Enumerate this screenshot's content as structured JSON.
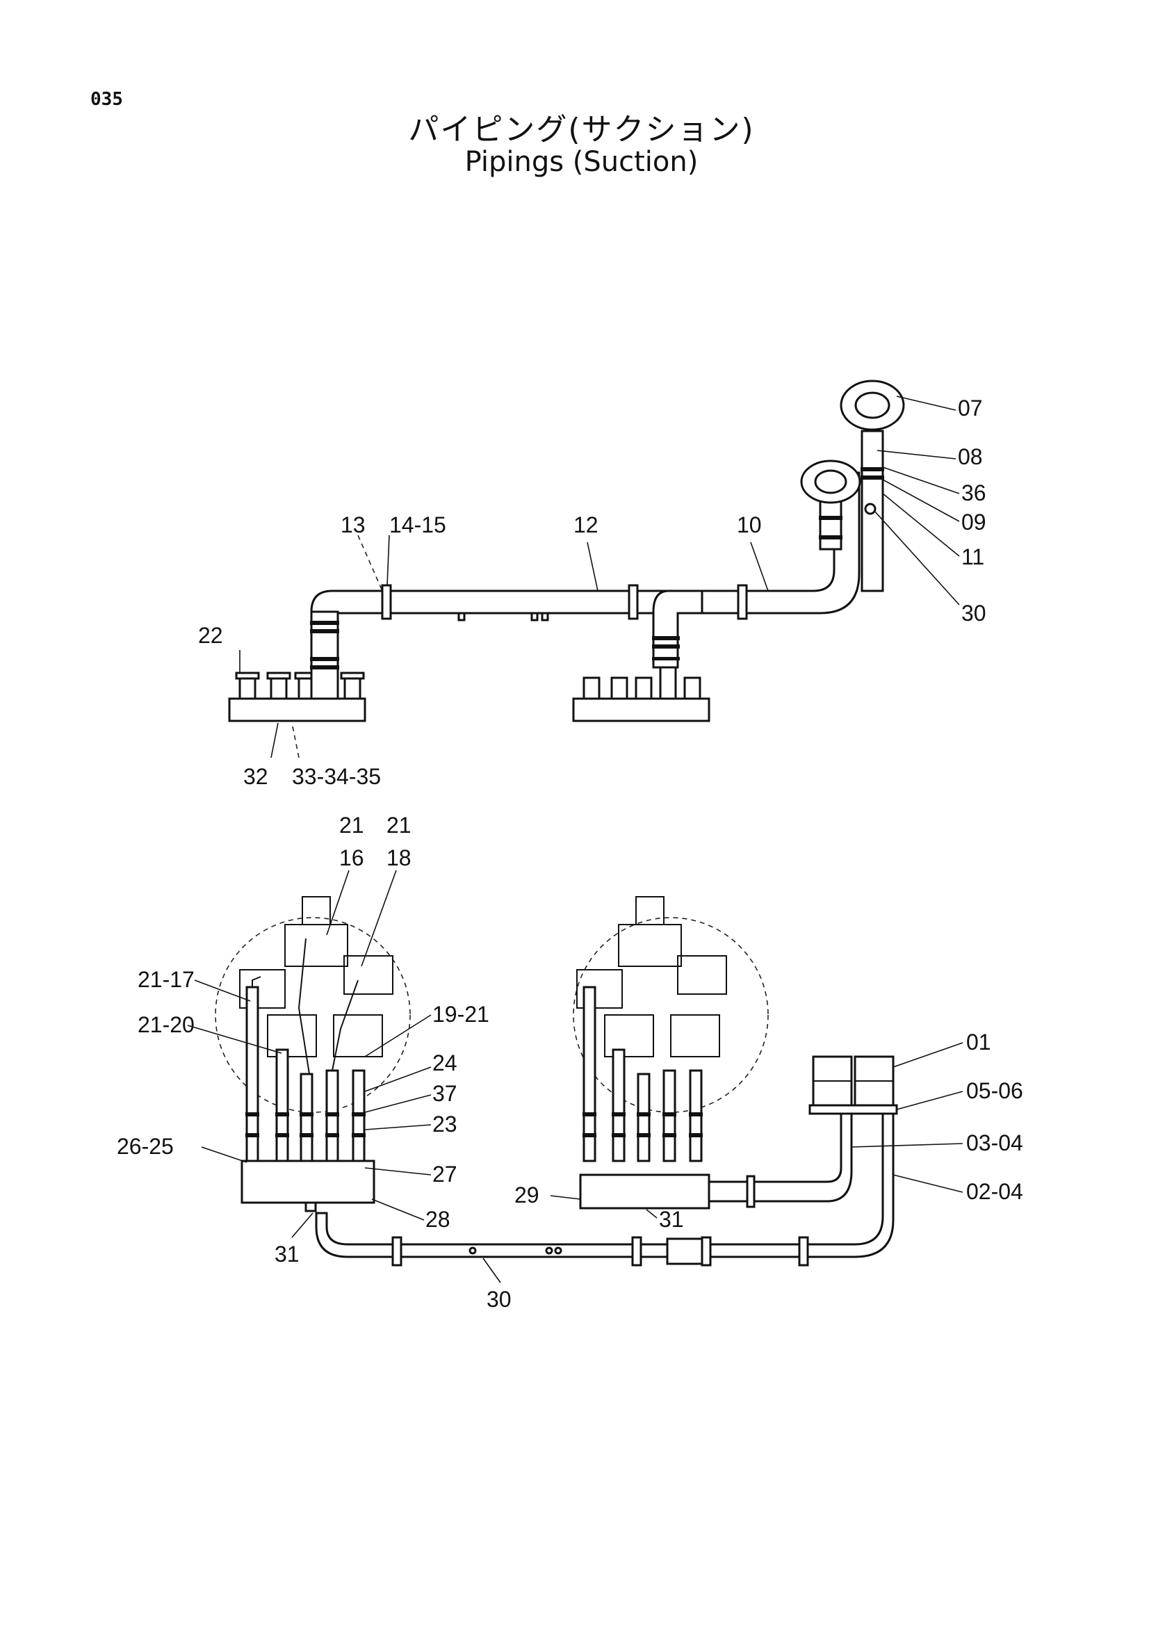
{
  "page": {
    "number": "035",
    "title_jp": "パイピング(サクション)",
    "title_en": "Pipings (Suction)"
  },
  "labels": {
    "l07": "07",
    "l08": "08",
    "l36": "36",
    "l09": "09",
    "l11": "11",
    "l30a": "30",
    "l10": "10",
    "l12": "12",
    "l13": "13",
    "l1415": "14-15",
    "l22": "22",
    "l32": "32",
    "l333435": "33-34-35",
    "l21a": "21",
    "l16": "16",
    "l21b": "21",
    "l18": "18",
    "l2117": "21-17",
    "l2120": "21-20",
    "l1921": "19-21",
    "l24": "24",
    "l37": "37",
    "l23": "23",
    "l2625": "26-25",
    "l27": "27",
    "l28": "28",
    "l31a": "31",
    "l30b": "30",
    "l29": "29",
    "l31b": "31",
    "l01": "01",
    "l0506": "05-06",
    "l0304": "03-04",
    "l0204": "02-04"
  }
}
